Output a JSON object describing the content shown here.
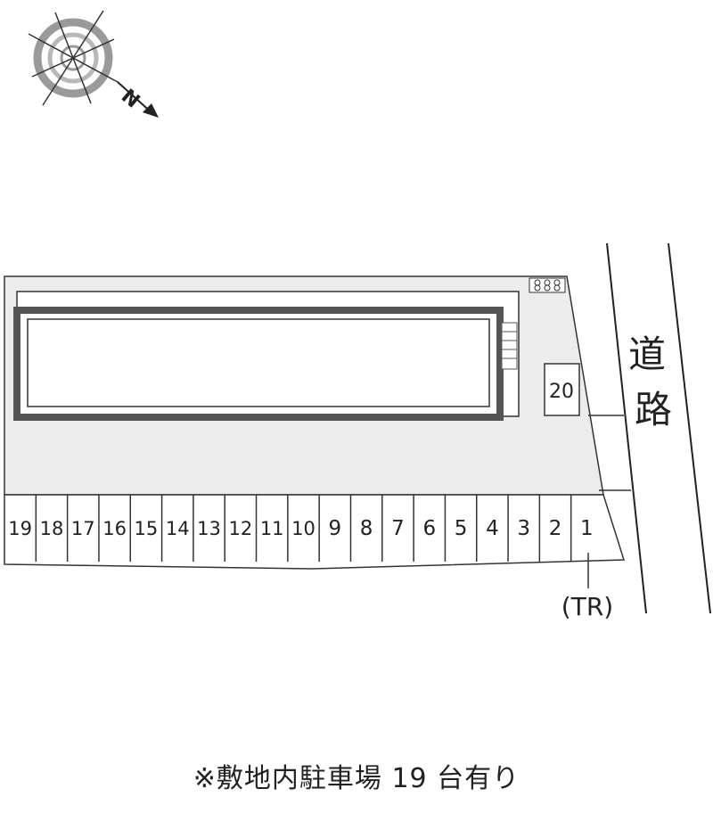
{
  "compass": {
    "north_label": "N",
    "icon": "compass-rose-icon"
  },
  "road": {
    "label_line1": "道",
    "label_line2": "路"
  },
  "extra_space": {
    "label": "20"
  },
  "parking_spaces": [
    "19",
    "18",
    "17",
    "16",
    "15",
    "14",
    "13",
    "12",
    "11",
    "10",
    "9",
    "8",
    "7",
    "6",
    "5",
    "4",
    "3",
    "2",
    "1"
  ],
  "transformer": {
    "label": "(TR)"
  },
  "bicycle_parking_icon": "bicycle-icon",
  "footer_note": "※敷地内駐車場 19 台有り"
}
